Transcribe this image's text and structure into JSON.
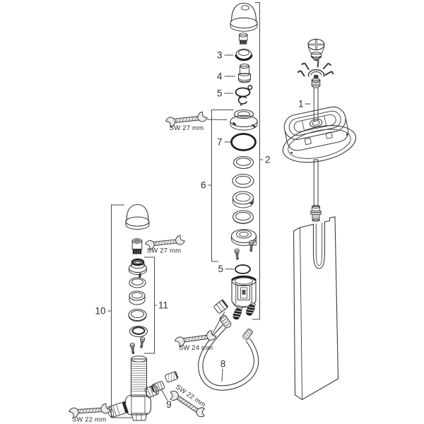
{
  "diagram": {
    "type": "exploded-parts-diagram",
    "subject": "single-hole mixer faucet assembly with diverter, hose and mounting hardware",
    "colors": {
      "background": "#ffffff",
      "line": "#3a3a3a",
      "dark_fill": "#1f1f1f",
      "light_fill": "#ececec"
    },
    "labels": {
      "p1": "1",
      "p2": "2",
      "p3": "3",
      "p4": "4",
      "p5_upper": "5",
      "p5_lower": "5",
      "p6": "6",
      "p7": "7",
      "p8": "8",
      "p9": "9",
      "p10": "10",
      "p11": "11"
    },
    "callouts": {
      "sw27_top": "SW 27 mm",
      "sw27_mid": "SW 27 mm",
      "sw24": "SW 24 mm",
      "sw22_diag": "SW 22 mm",
      "sw22_bottom": "SW 22 mm"
    }
  }
}
